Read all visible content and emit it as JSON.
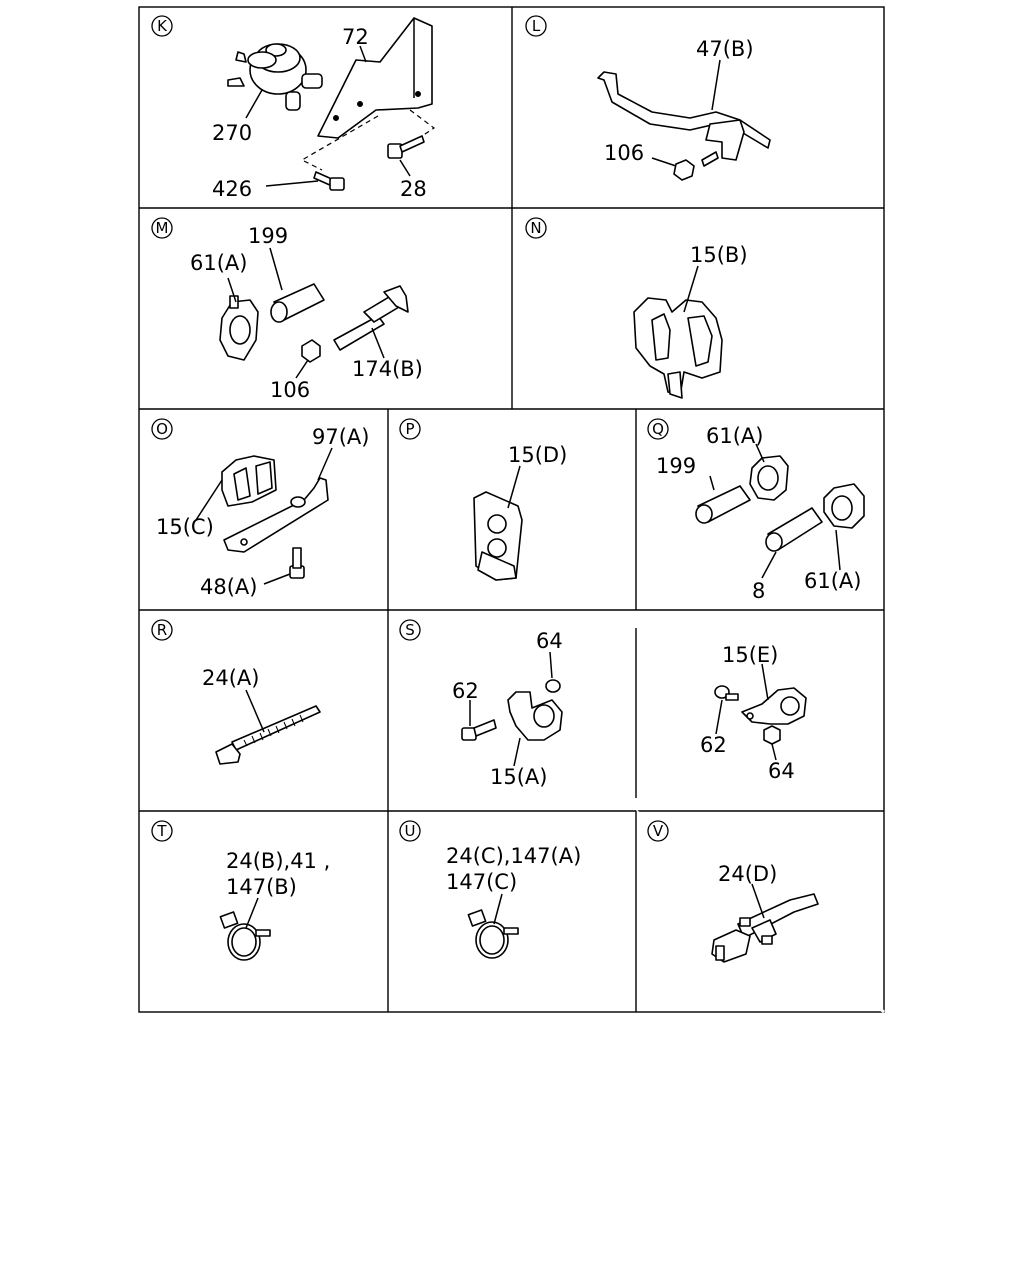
{
  "panels": {
    "K": {
      "letter": "K",
      "labels": {
        "a": "72",
        "b": "270",
        "c": "426",
        "d": "28"
      }
    },
    "L": {
      "letter": "L",
      "labels": {
        "a": "47(B)",
        "b": "106"
      }
    },
    "M": {
      "letter": "M",
      "labels": {
        "a": "199",
        "b": "61(A)",
        "c": "106",
        "d": "174(B)"
      }
    },
    "N": {
      "letter": "N",
      "labels": {
        "a": "15(B)"
      }
    },
    "O": {
      "letter": "O",
      "labels": {
        "a": "97(A)",
        "b": "15(C)",
        "c": "48(A)"
      }
    },
    "P": {
      "letter": "P",
      "labels": {
        "a": "15(D)"
      }
    },
    "Q": {
      "letter": "Q",
      "labels": {
        "a": "61(A)",
        "b": "199",
        "c": "8",
        "d": "61(A)"
      }
    },
    "R": {
      "letter": "R",
      "labels": {
        "a": "24(A)"
      }
    },
    "S": {
      "letter": "S",
      "labels": {
        "a": "64",
        "b": "62",
        "c": "15(A)"
      }
    },
    "S2": {
      "labels": {
        "a": "15(E)",
        "b": "62",
        "c": "64"
      }
    },
    "T": {
      "letter": "T",
      "labels": {
        "a": "24(B),41 ,",
        "b": "147(B)"
      }
    },
    "U": {
      "letter": "U",
      "labels": {
        "a": "24(C),147(A)",
        "b": "147(C)"
      }
    },
    "V": {
      "letter": "V",
      "labels": {
        "a": "24(D)"
      }
    }
  }
}
